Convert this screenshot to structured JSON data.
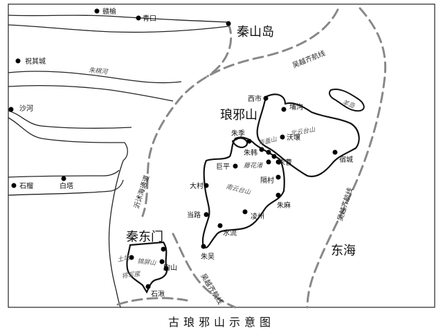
{
  "map": {
    "caption": "古琅邪山示意图",
    "regions": {
      "qinshandao": "秦山岛",
      "langyashan": "琅邪山",
      "qindongmen": "秦东门",
      "donghai": "东海"
    },
    "routes": {
      "wuyueqi_1": "吴越齐航线",
      "wuyueqi_2": "吴越齐航线",
      "wuyueqi_3": "吴越齐航线",
      "yishu_channel": "沂沭海通道"
    },
    "places": {
      "ganyu": "赣榆",
      "qingkou": "青口",
      "zhuqicheng": "祝其城",
      "shahe": "沙河",
      "shiliu": "石榴",
      "baita": "白塔",
      "xishi": "西市",
      "pugou": "埔沟",
      "woran": "沃壤",
      "sucheng": "宿城",
      "zhuji": "朱季",
      "zhuhan": "朱韩",
      "zhucao": "朱曹",
      "juping": "巨平",
      "geicun": "隔村",
      "dacun": "大村",
      "zhuma": "朱麻",
      "danglu": "当路",
      "lingzhou": "凌州",
      "shuiliu": "水流",
      "zhuwu": "朱吴",
      "qushan": "朐山",
      "shiqiu": "石湫"
    },
    "waters_mountains": {
      "zhuqihe": "朱棋河",
      "huagaishan": "华盖山",
      "tenghuazhu": "藤花渚",
      "beiyuntaishan": "北云台山",
      "nanyuntaishan": "南云台山",
      "yanghi": "羊岛",
      "jingshan": "锦屏山",
      "jiangjunya": "将军崖",
      "tuchang": "土场"
    }
  }
}
